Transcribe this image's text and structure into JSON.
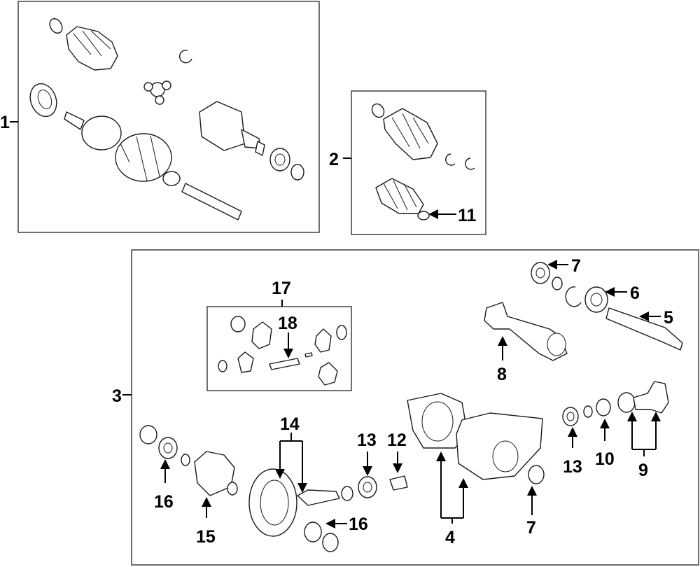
{
  "callouts": {
    "c1": "1",
    "c2": "2",
    "c3": "3",
    "c4": "4",
    "c5": "5",
    "c6": "6",
    "c7a": "7",
    "c7b": "7",
    "c8": "8",
    "c9": "9",
    "c10": "10",
    "c11": "11",
    "c12": "12",
    "c13a": "13",
    "c13b": "13",
    "c14": "14",
    "c15": "15",
    "c16a": "16",
    "c16b": "16",
    "c17": "17",
    "c18": "18"
  }
}
